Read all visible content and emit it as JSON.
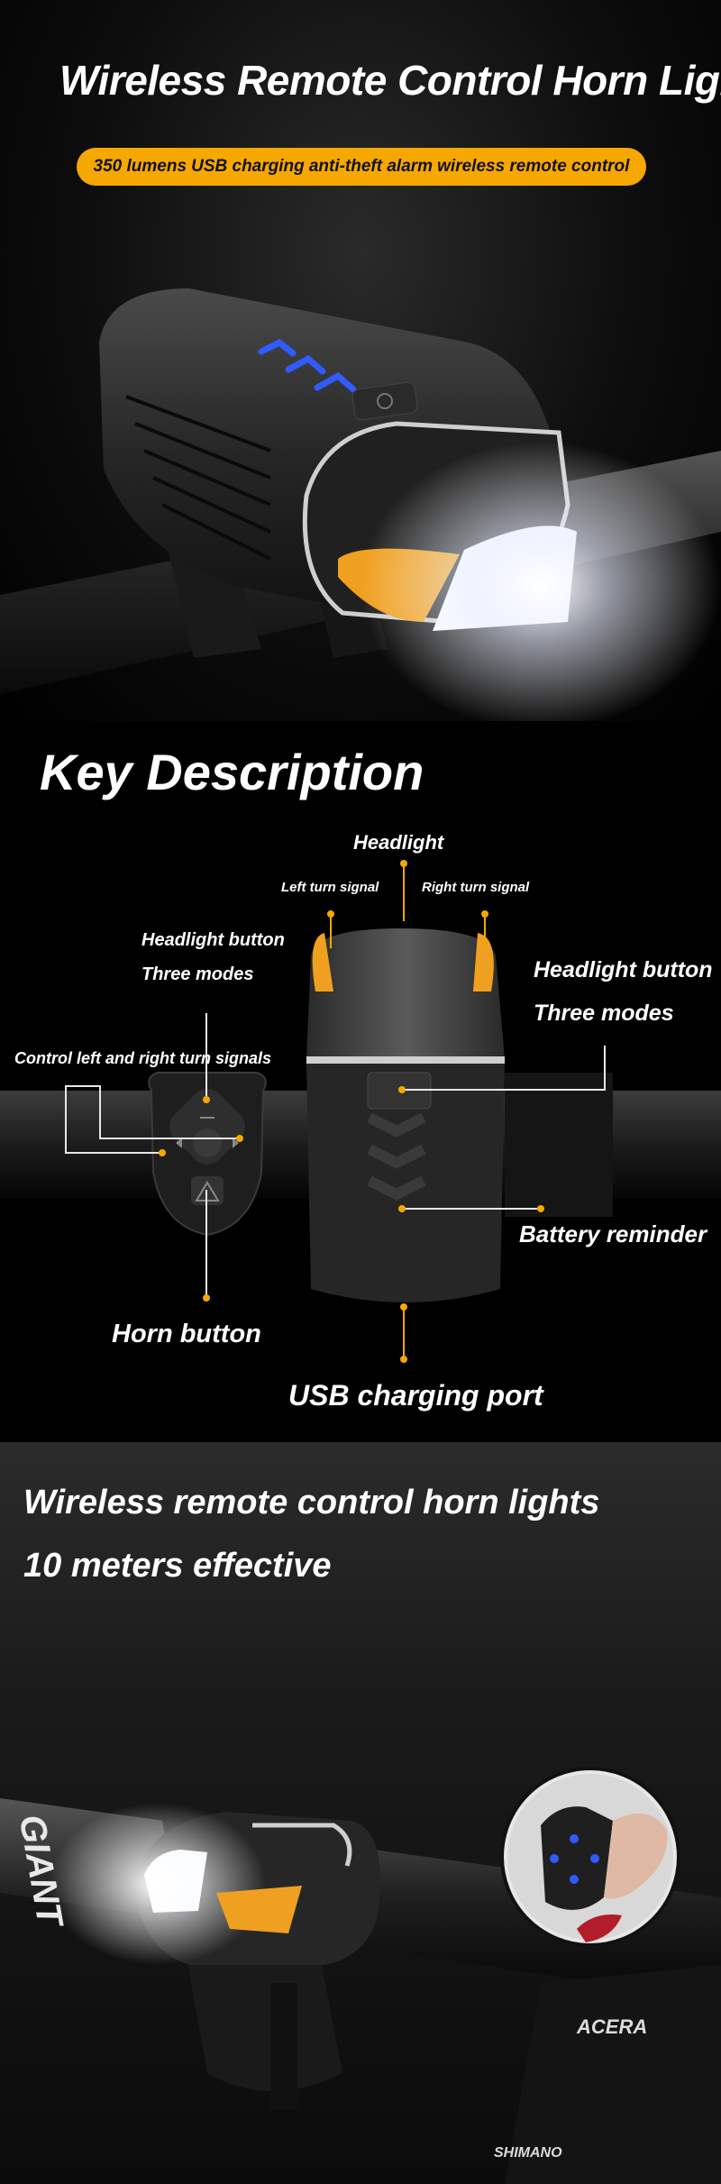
{
  "hero": {
    "title": "Wireless Remote Control Horn Lights",
    "features": [
      "350 lumens",
      "USB charging",
      "anti-theft alarm",
      "wireless remote control"
    ]
  },
  "key_description": {
    "heading": "Key Description",
    "labels": {
      "headlight": "Headlight",
      "left_turn_signal": "Left turn signal",
      "right_turn_signal": "Right turn signal",
      "remote_headlight_button": "Headlight button",
      "remote_three_modes": "Three modes",
      "lamp_headlight_button": "Headlight button",
      "lamp_three_modes": "Three modes",
      "control_turn_signals": "Control left and right turn signals",
      "battery_reminder": "Battery reminder",
      "horn_button": "Horn button",
      "usb_charging_port": "USB charging port"
    }
  },
  "range_section": {
    "line1": "Wireless remote control horn lights",
    "line2": "10 meters effective",
    "brand_giant": "GIANT",
    "brand_acera": "ACERA",
    "brand_shimano": "SHIMANO"
  },
  "colors": {
    "accent": "#f6a800",
    "indicator_blue": "#2f5bff",
    "background": "#000000"
  },
  "icons": [
    "power-icon",
    "warning-triangle-icon",
    "arrow-left-icon",
    "arrow-right-icon",
    "chevron-indicator-icon"
  ]
}
